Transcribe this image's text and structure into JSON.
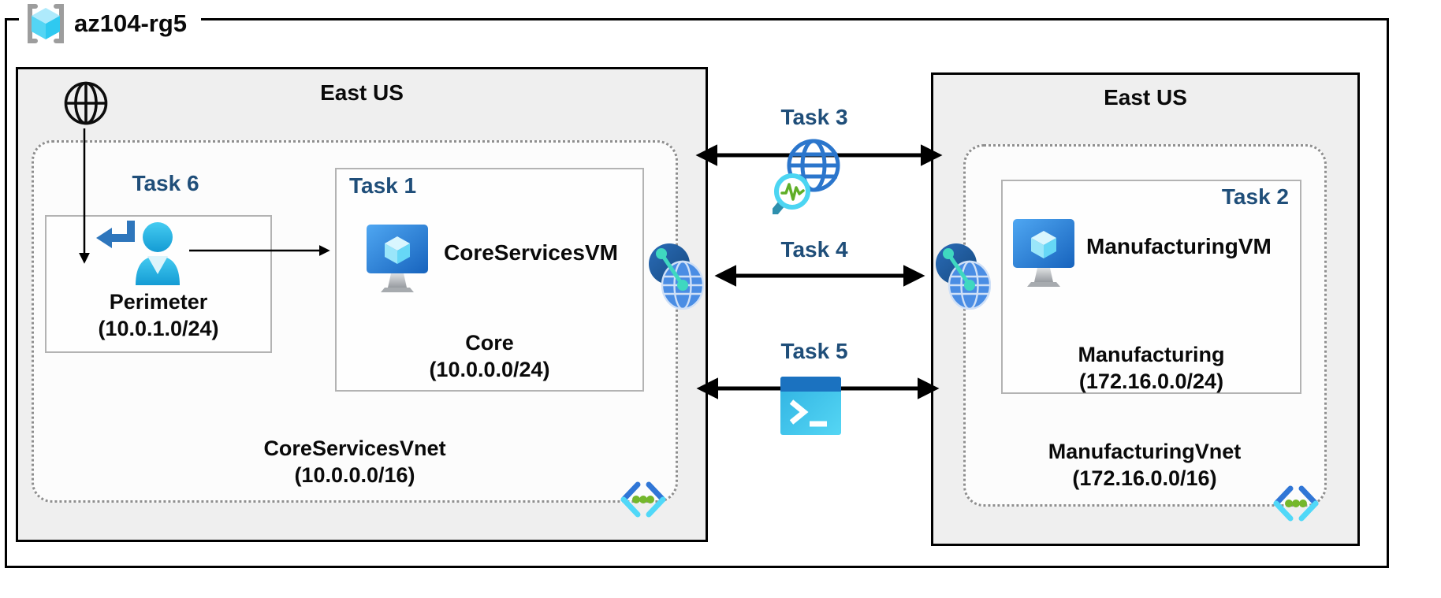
{
  "title": {
    "resource_group": "az104-rg5"
  },
  "regions": {
    "left": {
      "label": "East US"
    },
    "right": {
      "label": "East US"
    }
  },
  "tasks": {
    "t1": "Task 1",
    "t2": "Task 2",
    "t3": "Task 3",
    "t4": "Task 4",
    "t5": "Task 5",
    "t6": "Task 6"
  },
  "left": {
    "vnet": {
      "name": "CoreServicesVnet",
      "cidr": "(10.0.0.0/16)"
    },
    "subnets": {
      "perimeter": {
        "name": "Perimeter",
        "cidr": "(10.0.1.0/24)"
      },
      "core": {
        "name": "Core",
        "cidr": "(10.0.0.0/24)",
        "vm": "CoreServicesVM"
      }
    }
  },
  "right": {
    "vnet": {
      "name": "ManufacturingVnet",
      "cidr": "(172.16.0.0/16)"
    },
    "subnets": {
      "manufacturing": {
        "name": "Manufacturing",
        "cidr": "(172.16.0.0/24)",
        "vm": "ManufacturingVM"
      }
    }
  },
  "icons": {
    "resource_group": "resource-group-icon",
    "internet": "internet-globe-icon",
    "signin_user": "user-signin-icon",
    "core_vm": "virtual-machine-icon",
    "manufacturing_vm": "virtual-machine-icon",
    "peering_left": "vnet-peering-icon",
    "peering_right": "vnet-peering-icon",
    "network_watcher": "network-watcher-icon",
    "cloud_shell": "cloud-shell-icon",
    "vnet_left": "virtual-network-icon",
    "vnet_right": "virtual-network-icon"
  },
  "colors": {
    "task_label": "#1f4e79",
    "region_fill": "#efefef",
    "region_border": "#000000",
    "subnet_border": "#b3b3b3",
    "vnet_dotted_border": "#8f8f8f",
    "arrow": "#000000",
    "azure_blue": "#2e76bc",
    "azure_cyan": "#50e6ff",
    "green_dot": "#74b72c"
  }
}
